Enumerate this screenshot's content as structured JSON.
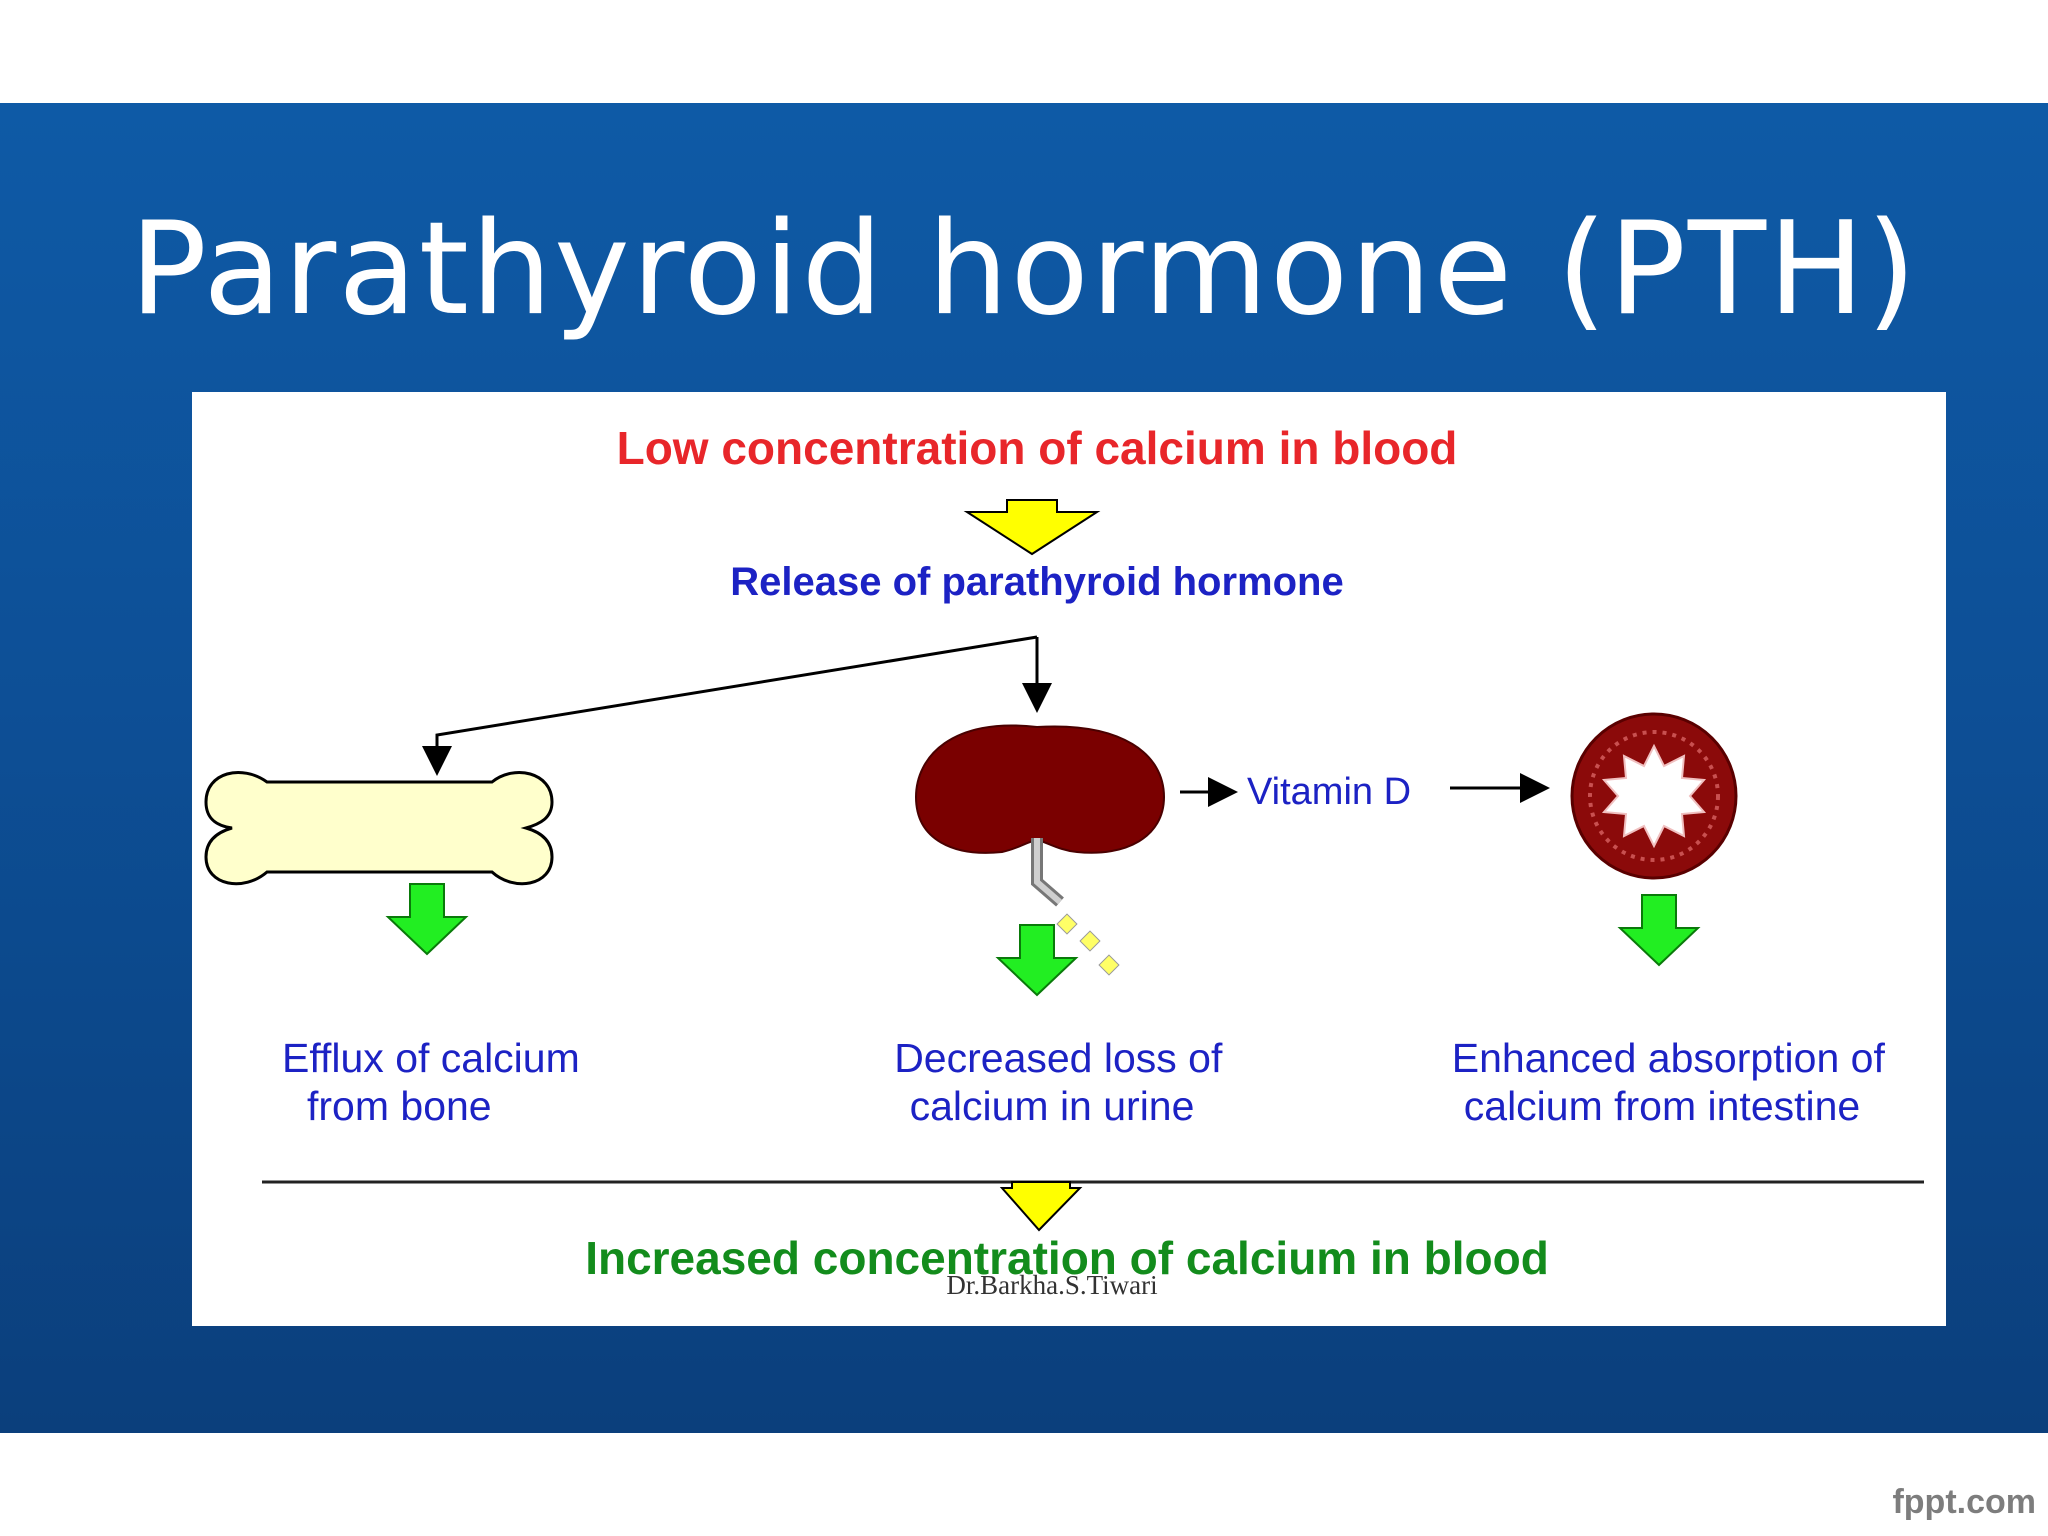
{
  "slide": {
    "title": "Parathyroid hormone (PTH)",
    "brand": "fppt.com"
  },
  "diagram": {
    "top": "Low concentration of calcium in blood",
    "release": "Release of parathyroid hormone",
    "vitamin": "Vitamin D",
    "left_1": "Efflux of calcium",
    "left_2": "from bone",
    "mid_1": "Decreased loss of",
    "mid_2": "calcium in urine",
    "right_1": "Enhanced absorption of",
    "right_2": "calcium from intestine",
    "bottom": "Increased concentration of calcium in blood",
    "credit": "Dr.Barkha.S.Tiwari"
  },
  "colors": {
    "top_text": "#e8262a",
    "release_text": "#1c22c4",
    "effect_text": "#1c22c4",
    "bottom_text": "#138c1c",
    "yellow_arrow": "#ffff00",
    "green_arrow": "#22ee22",
    "kidney": "#7a0000",
    "bone": "#ffffcc"
  },
  "icons": [
    "bone-icon",
    "kidney-icon",
    "intestine-icon"
  ]
}
